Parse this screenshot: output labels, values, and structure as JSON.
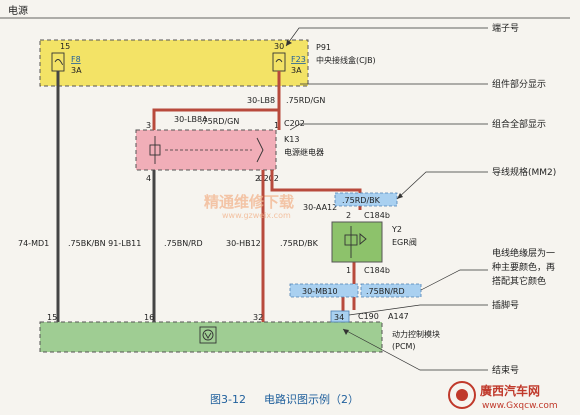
{
  "header": {
    "section": "电源"
  },
  "cjb": {
    "pin_left": "15",
    "pin_right": "30",
    "fuse_left": "F8",
    "fuse_left_amp": "3A",
    "fuse_right": "F23",
    "fuse_right_amp": "3A",
    "ref": "P91",
    "name": "中央接线盒(CJB)"
  },
  "relay": {
    "ref": "K13",
    "name": "电源继电器",
    "pin_tl": "3",
    "pin_tr": "1",
    "pin_bl": "4",
    "pin_br": "2",
    "connector_top": "C202",
    "connector_bottom": "C202"
  },
  "egr": {
    "ref": "Y2",
    "name": "EGR阀",
    "pin_top": "2",
    "pin_bottom": "1",
    "connector_top": "C184b",
    "connector_bottom": "C184b"
  },
  "pcm": {
    "name": "动力控制模块",
    "name2": "(PCM)",
    "pin1": "15",
    "pin2": "16",
    "pin3": "32",
    "pin4": "34",
    "connector": "C190",
    "splice": "A147"
  },
  "wires": {
    "top_circuit1": "30-LB8",
    "top_circuit2": ".75RD/GN",
    "relay_in_circuit": "30-LB8A",
    "relay_in_spec": ".75RD/GN",
    "w1": "74-MD1",
    "w2": ".75BK/BN 91-LB11",
    "w3": ".75BN/RD",
    "w4": "30-HB12",
    "w5": ".75RD/BK",
    "egr_circuit": "30-AA12",
    "egr_spec": ".75RD/BK",
    "egr_out_circuit": "30-MB10",
    "egr_out_spec": ".75BN/RD"
  },
  "callouts": {
    "c1": "端子号",
    "c2": "组件部分显示",
    "c3": "组合全部显示",
    "c4": "导线规格(MM2)",
    "c5a": "电线绝缘层为一",
    "c5b": "种主要颜色，再",
    "c5c": "搭配其它颜色",
    "c6": "插脚号",
    "c7": "结束号"
  },
  "watermark": {
    "text1": "精通维修下载",
    "text2": "www.gzweix.com"
  },
  "logo": {
    "text1": "廣西汽车网",
    "text2": "www.Gxqcw.com"
  },
  "caption": {
    "label": "图3-12",
    "title": "电路识图示例（2）"
  },
  "colors": {
    "cjb": "#f3e366",
    "relay": "#f1aeb8",
    "egr": "#8dc26b",
    "pcm": "#9fcd93",
    "wire_red": "#b84a3c",
    "callout_blue": "#a9d0f0"
  }
}
